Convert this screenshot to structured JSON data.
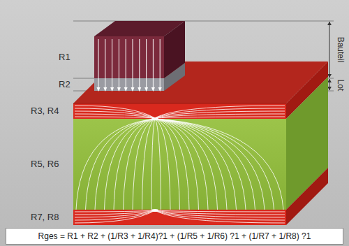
{
  "diagram": {
    "nodes": [
      {
        "text": [
          "Rges = R1 + R2 + (1/R3 + 1/R4)?1 + (1/R5 + 1/R6) ?1 + (1/R7 + 1/R8) ?1"
        ]
      }
    ],
    "labels": [
      "R1",
      "R2",
      "R3, R4",
      "R5, R6",
      "R7, R8",
      "Bauteil",
      "Lot"
    ]
  }
}
